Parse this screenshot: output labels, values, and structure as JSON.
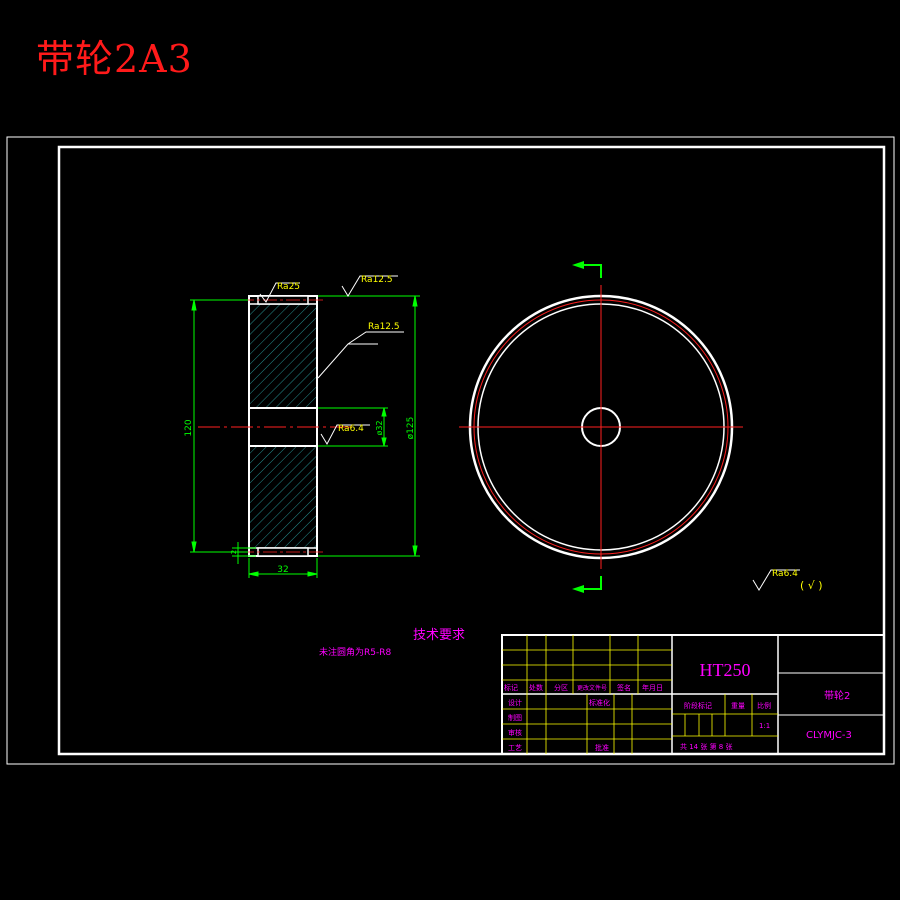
{
  "title": "带轮2A3",
  "annotations": {
    "ra25": "Ra25",
    "ra125_top": "Ra12.5",
    "ra125_mid": "Ra12.5",
    "ra64": "Ra6.4",
    "ra64_general": "Ra6.4",
    "ra64_paren": "( √ )"
  },
  "dimensions": {
    "height": "120",
    "width": "32",
    "phi125": "ø125",
    "phi32": "ø32",
    "small": "2"
  },
  "tech": {
    "heading": "技术要求",
    "note": "未注圆角为R5-R8"
  },
  "title_block": {
    "material": "HT250",
    "part_name": "带轮2",
    "drawing_no": "CLYMJC-3",
    "rev_headers": [
      "标记",
      "处数",
      "分区",
      "更改文件号",
      "签名",
      "年月日"
    ],
    "row_labels": [
      "设计",
      "制图",
      "审核",
      "工艺"
    ],
    "standardize": "标准化",
    "approve": "批准",
    "stage_label": "阶段标记",
    "weight_label": "重量",
    "scale_label": "比例",
    "scale_value": "1:1",
    "sheets": "共 14 张    第 8 张"
  }
}
